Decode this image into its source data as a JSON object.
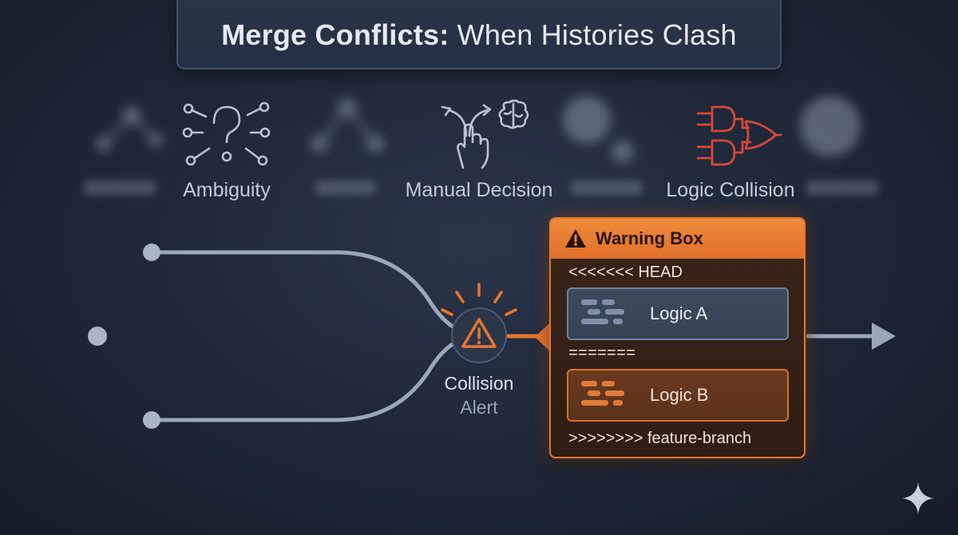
{
  "title": {
    "strong": "Merge Conflicts:",
    "rest": " When Histories Clash"
  },
  "concepts": [
    {
      "label": "Ambiguity",
      "icon": "question-network-icon"
    },
    {
      "label": "Manual Decision",
      "icon": "hand-choice-brain-icon"
    },
    {
      "label": "Logic Collision",
      "icon": "logic-gates-icon"
    }
  ],
  "collision": {
    "line1": "Collision",
    "line2": "Alert",
    "icon": "warning-triangle-icon"
  },
  "warning_box": {
    "title": "Warning Box",
    "head_marker": "<<<<<<< HEAD",
    "logic_a": "Logic A",
    "separator": "=======",
    "logic_b": "Logic B",
    "branch_marker": ">>>>>>>> feature-branch"
  },
  "colors": {
    "accent_orange": "#e8762f",
    "branch_line": "#9aa8ba",
    "background": "#1b2433",
    "logic_gate_red": "#d9453a"
  }
}
